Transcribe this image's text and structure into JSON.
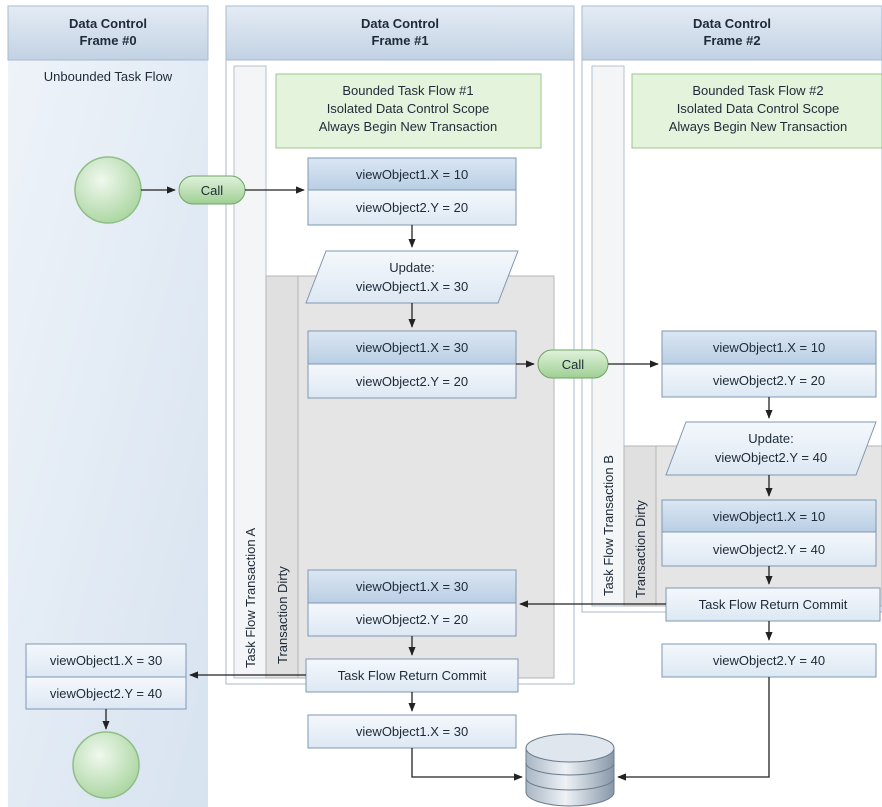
{
  "columns": [
    {
      "header_line1": "Data Control",
      "header_line2": "Frame #0"
    },
    {
      "header_line1": "Data Control",
      "header_line2": "Frame #1"
    },
    {
      "header_line1": "Data Control",
      "header_line2": "Frame #2"
    }
  ],
  "unbounded_label": "Unbounded Task Flow",
  "flow1": {
    "note": [
      "Bounded Task Flow #1",
      "Isolated Data Control Scope",
      "Always Begin New Transaction"
    ],
    "call_label": "Call",
    "transaction_label": "Task Flow Transaction A",
    "dirty_label": "Transaction Dirty",
    "box_a": [
      "viewObject1.X = 10",
      "viewObject2.Y = 20"
    ],
    "update": [
      "Update:",
      "viewObject1.X = 30"
    ],
    "box_b": [
      "viewObject1.X = 30",
      "viewObject2.Y = 20"
    ],
    "box_c": [
      "viewObject1.X = 30",
      "viewObject2.Y = 20"
    ],
    "return_commit": "Task Flow Return Commit",
    "after_commit": "viewObject1.X = 30"
  },
  "flow2": {
    "note": [
      "Bounded Task Flow #2",
      "Isolated Data Control Scope",
      "Always Begin New Transaction"
    ],
    "call_label": "Call",
    "transaction_label": "Task Flow Transaction B",
    "dirty_label": "Transaction Dirty",
    "box_a": [
      "viewObject1.X = 10",
      "viewObject2.Y = 20"
    ],
    "update": [
      "Update:",
      "viewObject2.Y = 40"
    ],
    "box_b": [
      "viewObject1.X = 10",
      "viewObject2.Y = 40"
    ],
    "return_commit": "Task Flow Return Commit",
    "after_commit": "viewObject2.Y = 40"
  },
  "frame0_result": [
    "viewObject1.X = 30",
    "viewObject2.Y = 40"
  ],
  "colors": {
    "header_bg": "#cfdbe8",
    "frame_border": "#9fb3c8",
    "note_bg": "#e3f3dc",
    "note_border": "#9cc58c",
    "box_top": "#c6d8ea",
    "box_bottom": "#e8f0f8",
    "box_border": "#7f97b2",
    "call_fill": "#b8deb0",
    "dirty_bg": "#e6e6e6",
    "arrow": "#222222"
  },
  "icons": [
    "start-node-icon",
    "end-node-icon",
    "database-icon"
  ]
}
